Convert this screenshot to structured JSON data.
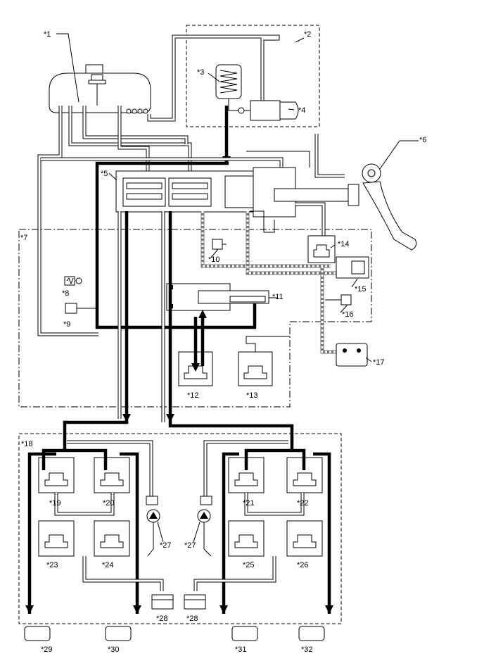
{
  "diagram": {
    "labels": {
      "l1": "*1",
      "l2": "*2",
      "l3": "*3",
      "l4": "*4",
      "l5": "*5",
      "l6": "*6",
      "l7": "*7",
      "l8": "*8",
      "l9": "*9",
      "l10": "*10",
      "l11": "*11",
      "l12": "*12",
      "l13": "*13",
      "l14": "*14",
      "l15": "*15",
      "l16": "*16",
      "l17": "*17",
      "l18": "*18",
      "l19": "*19",
      "l20": "*20",
      "l21": "*21",
      "l22": "*22",
      "l23": "*23",
      "l24": "*24",
      "l25": "*25",
      "l26": "*26",
      "l27a": "*27",
      "l27b": "*27",
      "l28a": "*28",
      "l28b": "*28",
      "l29": "*29",
      "l30": "*30",
      "l31": "*31",
      "l32": "*32"
    }
  }
}
